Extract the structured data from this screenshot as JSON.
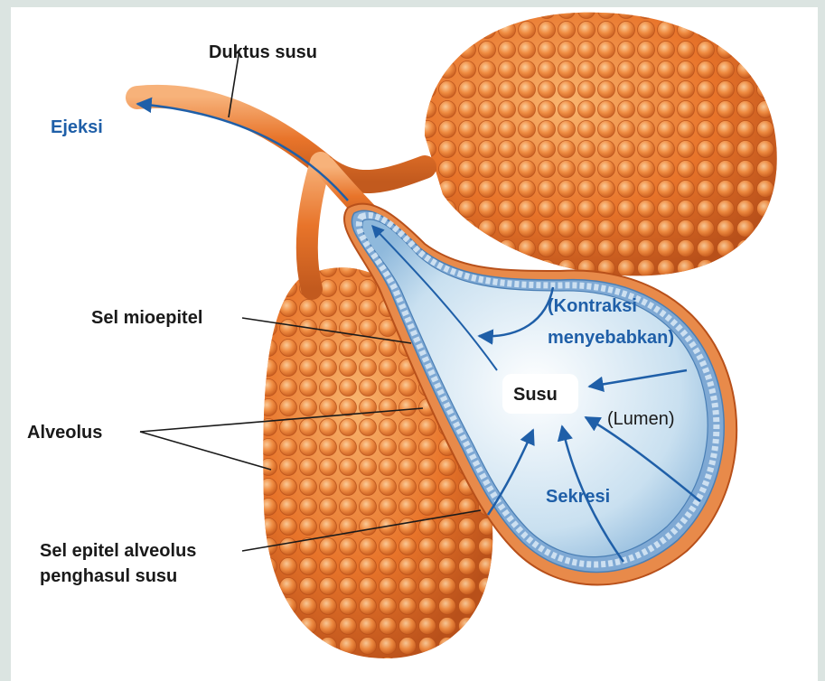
{
  "diagram": {
    "labels": {
      "duct": "Duktus susu",
      "ejection": "Ejeksi",
      "myoepithelial": "Sel mioepitel",
      "alveolus": "Alveolus",
      "epithelial_line1": "Sel epitel alveolus",
      "epithelial_line2": "penghasul susu",
      "contraction_line1": "(Kontraksi",
      "contraction_line2": "menyebabkan)",
      "milk": "Susu",
      "lumen": "(Lumen)",
      "secretion": "Sekresi"
    },
    "colors": {
      "background": "#dbe4e1",
      "tissue_orange": "#e8742a",
      "tissue_light": "#f6a25a",
      "lumen_blue": "#bcd7ec",
      "arrow_blue": "#1f5fa8",
      "label_dark": "#1a1a1a"
    }
  }
}
